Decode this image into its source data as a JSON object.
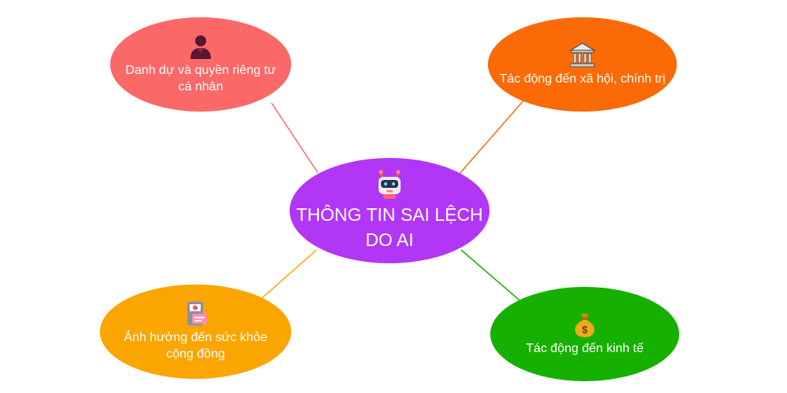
{
  "colors": {
    "center": "#b136f5",
    "top_left": "#fa6868",
    "top_right": "#fa6a06",
    "bottom_left": "#fba500",
    "bottom_right": "#16b000"
  },
  "center": {
    "text": "THÔNG TIN SAI LỆCH DO AI",
    "icon": "robot-icon"
  },
  "branches": {
    "top_left": {
      "text": "Danh dự và quyền riêng tư cá nhân",
      "icon": "person-icon"
    },
    "top_right": {
      "text": "Tác động đến xã hội, chính trị",
      "icon": "bank-icon"
    },
    "bottom_left": {
      "text": "Ảnh hưởng đến sức khỏe cộng đồng",
      "icon": "medical-card-icon"
    },
    "bottom_right": {
      "text": "Tác động đến kinh tế",
      "icon": "money-bag-icon"
    }
  }
}
